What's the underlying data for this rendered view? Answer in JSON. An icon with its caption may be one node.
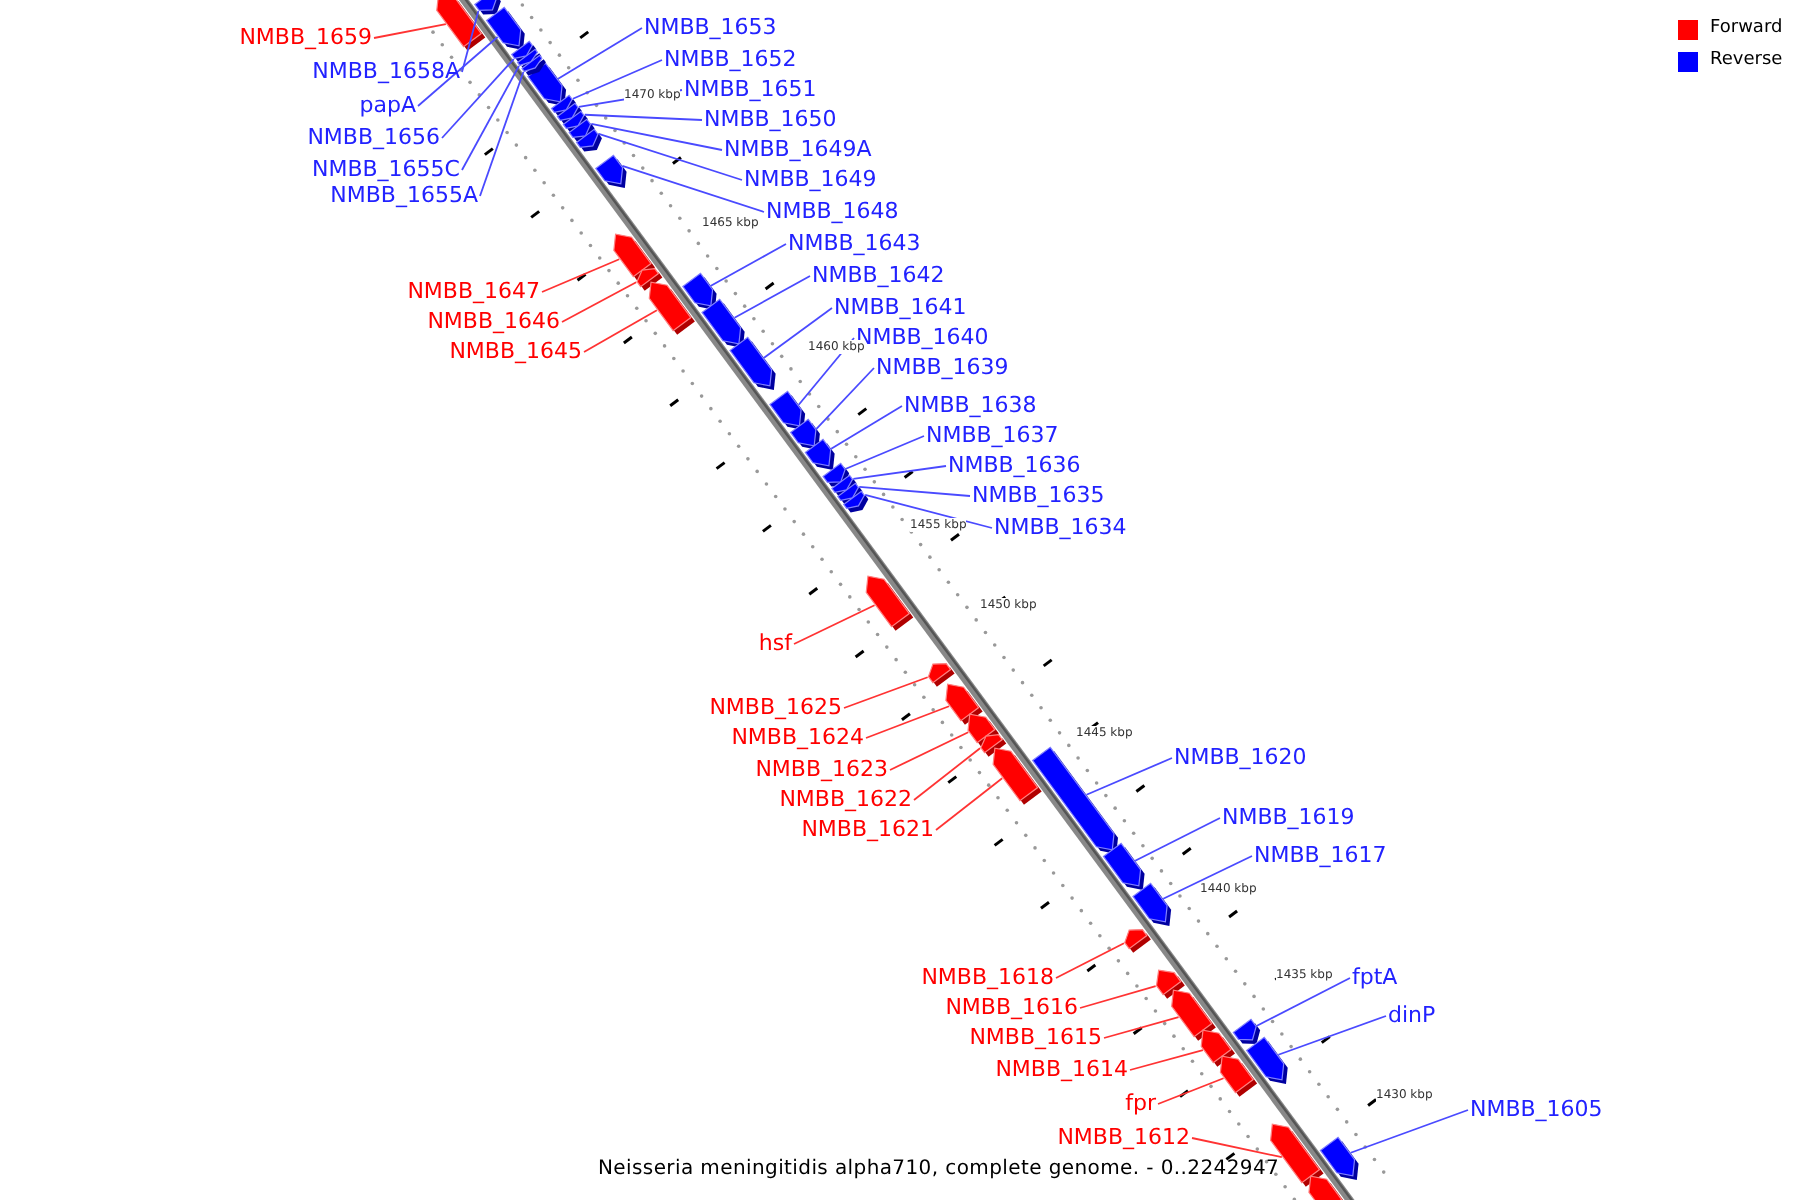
{
  "diagram": {
    "caption": "Neisseria meningitidis alpha710, complete genome. - 0..2242947",
    "nodes": [
      {
        "text": [
          "NMBB_1659"
        ]
      },
      {
        "text": [
          "NMBB_1653"
        ]
      },
      {
        "text": [
          "NMBB_1652"
        ]
      },
      {
        "text": [
          "NMBB_1658A"
        ]
      },
      {
        "text": [
          "NMBB_1651"
        ]
      },
      {
        "text": [
          "papA"
        ]
      },
      {
        "text": [
          "NMBB_1650"
        ]
      },
      {
        "text": [
          "NMBB_1656"
        ]
      },
      {
        "text": [
          "NMBB_1649A"
        ]
      },
      {
        "text": [
          "NMBB_1655C"
        ]
      },
      {
        "text": [
          "NMBB_1649"
        ]
      },
      {
        "text": [
          "NMBB_1655A"
        ]
      },
      {
        "text": [
          "NMBB_1648"
        ]
      },
      {
        "text": [
          "NMBB_1643"
        ]
      },
      {
        "text": [
          "NMBB_1642"
        ]
      },
      {
        "text": [
          "NMBB_1647"
        ]
      },
      {
        "text": [
          "NMBB_1641"
        ]
      },
      {
        "text": [
          "NMBB_1646"
        ]
      },
      {
        "text": [
          "NMBB_1640"
        ]
      },
      {
        "text": [
          "NMBB_1645"
        ]
      },
      {
        "text": [
          "NMBB_1639"
        ]
      },
      {
        "text": [
          "NMBB_1638"
        ]
      },
      {
        "text": [
          "NMBB_1637"
        ]
      },
      {
        "text": [
          "NMBB_1636"
        ]
      },
      {
        "text": [
          "NMBB_1635"
        ]
      },
      {
        "text": [
          "NMBB_1634"
        ]
      },
      {
        "text": [
          "hsf"
        ]
      },
      {
        "text": [
          "NMBB_1625"
        ]
      },
      {
        "text": [
          "NMBB_1624"
        ]
      },
      {
        "text": [
          "NMBB_1620"
        ]
      },
      {
        "text": [
          "NMBB_1623"
        ]
      },
      {
        "text": [
          "NMBB_1622"
        ]
      },
      {
        "text": [
          "NMBB_1619"
        ]
      },
      {
        "text": [
          "NMBB_1621"
        ]
      },
      {
        "text": [
          "NMBB_1617"
        ]
      },
      {
        "text": [
          "NMBB_1618"
        ]
      },
      {
        "text": [
          "fptA"
        ]
      },
      {
        "text": [
          "NMBB_1616"
        ]
      },
      {
        "text": [
          "dinP"
        ]
      },
      {
        "text": [
          "NMBB_1615"
        ]
      },
      {
        "text": [
          "NMBB_1614"
        ]
      },
      {
        "text": [
          "fpr"
        ]
      },
      {
        "text": [
          "NMBB_1605"
        ]
      },
      {
        "text": [
          "NMBB_1612"
        ]
      },
      {
        "text": [],
        "shape": "bar"
      },
      {
        "text": [],
        "shape": "bar"
      },
      {
        "text": [],
        "shape": "bar"
      },
      {
        "text": [],
        "shape": "bar"
      },
      {
        "text": [],
        "shape": "bar"
      },
      {
        "text": [],
        "shape": "bar"
      },
      {
        "text": [],
        "shape": "bar"
      },
      {
        "text": [],
        "shape": "bar"
      },
      {
        "text": [],
        "shape": "bar"
      },
      {
        "text": [],
        "shape": "bar"
      },
      {
        "text": [],
        "shape": "bar"
      },
      {
        "text": [],
        "shape": "bar"
      },
      {
        "text": [],
        "shape": "bar"
      },
      {
        "text": [],
        "shape": "bar"
      },
      {
        "text": [],
        "shape": "bar"
      },
      {
        "text": [],
        "shape": "bar"
      },
      {
        "text": [],
        "shape": "bar"
      },
      {
        "text": [],
        "shape": "bar"
      },
      {
        "text": [],
        "shape": "bar"
      },
      {
        "text": [],
        "shape": "bar"
      },
      {
        "text": [],
        "shape": "bar"
      },
      {
        "text": [],
        "shape": "bar"
      },
      {
        "text": [],
        "shape": "bar"
      },
      {
        "text": [],
        "shape": "bar"
      },
      {
        "text": [],
        "shape": "bar"
      },
      {
        "text": [],
        "shape": "bar"
      },
      {
        "text": [],
        "shape": "bar"
      },
      {
        "text": [],
        "shape": "bar"
      },
      {
        "text": [],
        "shape": "bar"
      },
      {
        "text": [],
        "shape": "bar"
      },
      {
        "text": [],
        "shape": "bar"
      },
      {
        "text": [],
        "shape": "bar"
      },
      {
        "text": [],
        "shape": "bar"
      },
      {
        "text": [],
        "shape": "bar"
      },
      {
        "text": [],
        "shape": "bar"
      },
      {
        "text": [],
        "shape": "bar"
      },
      {
        "text": [],
        "shape": "bar"
      },
      {
        "text": [],
        "shape": "bar"
      },
      {
        "text": [],
        "shape": "bar"
      },
      {
        "text": [],
        "shape": "bar"
      },
      {
        "text": [],
        "shape": "bar"
      },
      {
        "text": [],
        "shape": "bar"
      },
      {
        "text": [],
        "shape": "bar"
      },
      {
        "text": [],
        "shape": "bar"
      },
      {
        "text": [],
        "shape": "bar"
      }
    ],
    "edges": [
      {
        "from": 0,
        "to": 44,
        "arrow": "none",
        "color": "#ff3333"
      },
      {
        "from": 1,
        "to": 45,
        "arrow": "none"
      },
      {
        "from": 2,
        "to": 46,
        "arrow": "none"
      },
      {
        "from": 3,
        "to": 47,
        "arrow": "none"
      },
      {
        "from": 4,
        "to": 48,
        "arrow": "none"
      },
      {
        "from": 5,
        "to": 49,
        "arrow": "none"
      },
      {
        "from": 6,
        "to": 50,
        "arrow": "none"
      },
      {
        "from": 7,
        "to": 51,
        "arrow": "none"
      },
      {
        "from": 8,
        "to": 52,
        "arrow": "none"
      },
      {
        "from": 9,
        "to": 53,
        "arrow": "none"
      },
      {
        "from": 10,
        "to": 54,
        "arrow": "none"
      },
      {
        "from": 11,
        "to": 55,
        "arrow": "none"
      },
      {
        "from": 12,
        "to": 56,
        "arrow": "none"
      },
      {
        "from": 13,
        "to": 57,
        "arrow": "none"
      },
      {
        "from": 14,
        "to": 58,
        "arrow": "none"
      },
      {
        "from": 15,
        "to": 59,
        "arrow": "none",
        "color": "#ff3333"
      },
      {
        "from": 16,
        "to": 60,
        "arrow": "none"
      },
      {
        "from": 17,
        "to": 61,
        "arrow": "none",
        "color": "#ff3333"
      },
      {
        "from": 18,
        "to": 62,
        "arrow": "none"
      },
      {
        "from": 19,
        "to": 63,
        "arrow": "none",
        "color": "#ff3333"
      },
      {
        "from": 20,
        "to": 64,
        "arrow": "none"
      },
      {
        "from": 21,
        "to": 65,
        "arrow": "none"
      },
      {
        "from": 22,
        "to": 66,
        "arrow": "none"
      },
      {
        "from": 23,
        "to": 67,
        "arrow": "none"
      },
      {
        "from": 24,
        "to": 68,
        "arrow": "none"
      },
      {
        "from": 25,
        "to": 69,
        "arrow": "none"
      },
      {
        "from": 26,
        "to": 70,
        "arrow": "none",
        "color": "#ff3333"
      },
      {
        "from": 27,
        "to": 71,
        "arrow": "none",
        "color": "#ff3333"
      },
      {
        "from": 28,
        "to": 72,
        "arrow": "none",
        "color": "#ff3333"
      },
      {
        "from": 29,
        "to": 73,
        "arrow": "none"
      },
      {
        "from": 30,
        "to": 74,
        "arrow": "none",
        "color": "#ff3333"
      },
      {
        "from": 31,
        "to": 75,
        "arrow": "none",
        "color": "#ff3333"
      },
      {
        "from": 32,
        "to": 76,
        "arrow": "none"
      },
      {
        "from": 33,
        "to": 77,
        "arrow": "none",
        "color": "#ff3333"
      },
      {
        "from": 34,
        "to": 78,
        "arrow": "none"
      },
      {
        "from": 35,
        "to": 79,
        "arrow": "none",
        "color": "#ff3333"
      },
      {
        "from": 36,
        "to": 80,
        "arrow": "none"
      },
      {
        "from": 37,
        "to": 81,
        "arrow": "none",
        "color": "#ff3333"
      },
      {
        "from": 38,
        "to": 82,
        "arrow": "none"
      },
      {
        "from": 39,
        "to": 83,
        "arrow": "none",
        "color": "#ff3333"
      },
      {
        "from": 40,
        "to": 84,
        "arrow": "none",
        "color": "#ff3333"
      },
      {
        "from": 41,
        "to": 85,
        "arrow": "none",
        "color": "#ff3333"
      },
      {
        "from": 42,
        "to": 86,
        "arrow": "none"
      },
      {
        "from": 43,
        "to": 87,
        "arrow": "none",
        "color": "#ff3333"
      }
    ],
    "labels": [
      "1470 kbp",
      "1465 kbp",
      "1460 kbp",
      "1455 kbp",
      "1450 kbp",
      "1445 kbp",
      "1440 kbp",
      "1435 kbp",
      "1430 kbp"
    ],
    "legend": [
      {
        "text": "Forward",
        "color": "#ff0000"
      },
      {
        "text": "Reverse",
        "color": "#0000ff"
      }
    ]
  }
}
